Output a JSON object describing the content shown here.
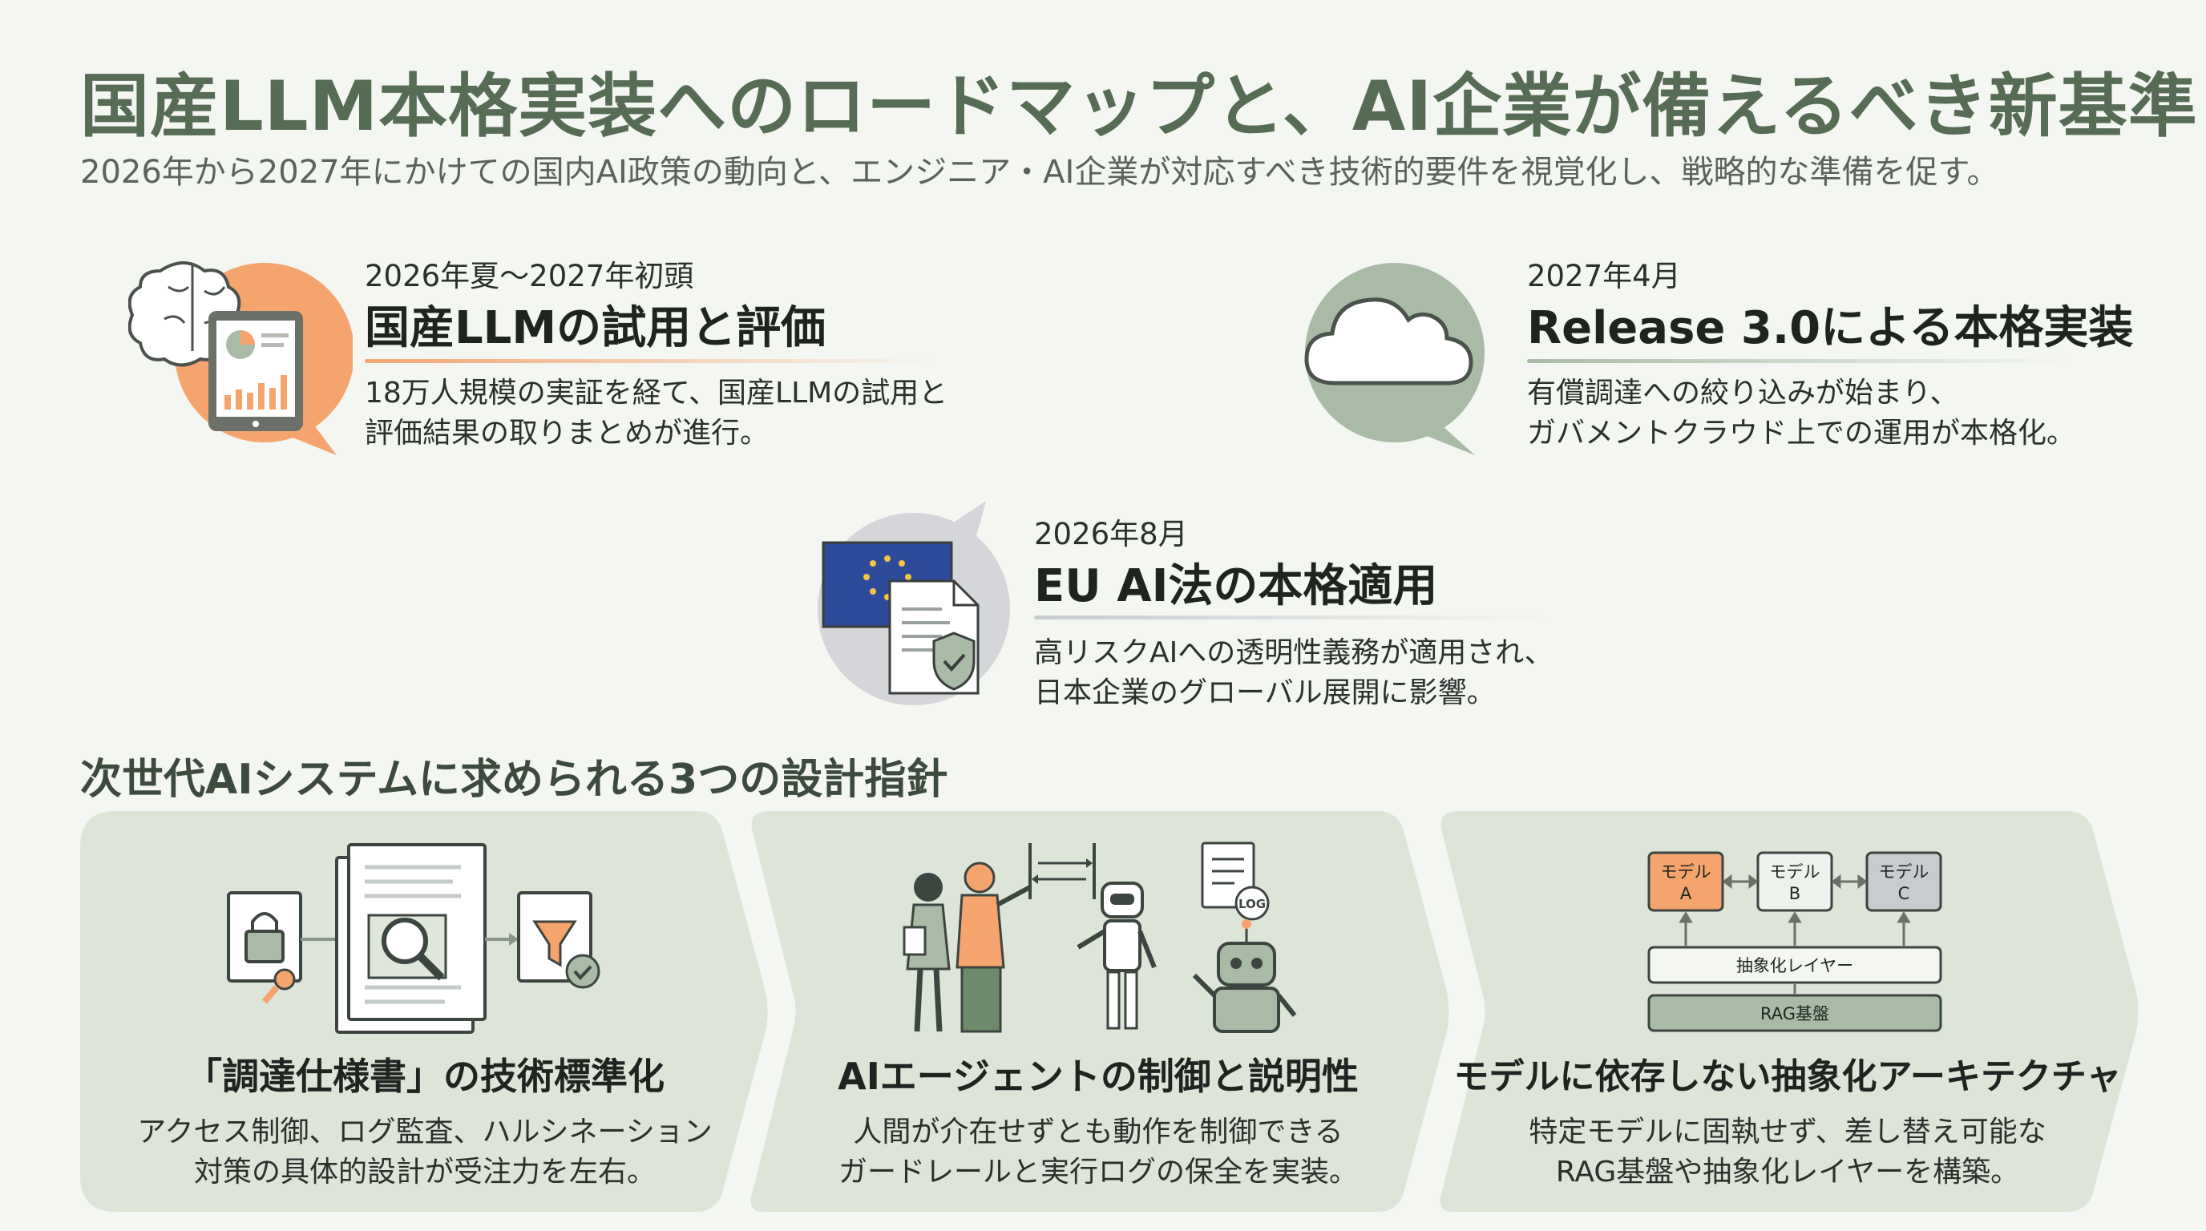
{
  "header": {
    "title": "国産LLM本格実装へのロードマップと、AI企業が備えるべき新基準",
    "subtitle": "2026年から2027年にかけての国内AI政策の動向と、エンジニア・AI企業が対応すべき技術的要件を視覚化し、戦略的な準備を促す。"
  },
  "timeline": [
    {
      "date": "2026年夏〜2027年初頭",
      "title": "国産LLMの試用と評価",
      "desc": [
        "18万人規模の実証を経て、国産LLMの試用と",
        "評価結果の取りまとめが進行。"
      ],
      "icon": "brain-tablet-icon",
      "accent": "#f5a46e"
    },
    {
      "date": "2027年4月",
      "title": "Release 3.0による本格実装",
      "desc": [
        "有償調達への絞り込みが始まり、",
        "ガバメントクラウド上での運用が本格化。"
      ],
      "icon": "cloud-icon",
      "accent": "#a9bba6"
    },
    {
      "date": "2026年8月",
      "title": "EU AI法の本格適用",
      "desc": [
        "高リスクAIへの透明性義務が適用され、",
        "日本企業のグローバル展開に影響。"
      ],
      "icon": "eu-flag-document-icon",
      "accent": "#d4d6da"
    }
  ],
  "section": {
    "title": "次世代AIシステムに求められる3つの設計指針"
  },
  "cards": [
    {
      "title": "「調達仕様書」の技術標準化",
      "desc": [
        "アクセス制御、ログ監査、ハルシネーション",
        "対策の具体的設計が受注力を左右。"
      ],
      "icon": "document-lock-search-icon"
    },
    {
      "title": "AIエージェントの制御と説明性",
      "desc": [
        "人間が介在せずとも動作を制御できる",
        "ガードレールと実行ログの保全を実装。"
      ],
      "icon": "people-robots-log-icon"
    },
    {
      "title": "モデルに依存しない抽象化アーキテクチャ",
      "desc": [
        "特定モデルに固執せず、差し替え可能な",
        "RAG基盤や抽象化レイヤーを構築。"
      ],
      "icon": "architecture-diagram-icon",
      "diagram": {
        "models": [
          "モデル\nA",
          "モデル\nB",
          "モデル\nC"
        ],
        "model_lines": [
          [
            "モデル",
            "A"
          ],
          [
            "モデル",
            "B"
          ],
          [
            "モデル",
            "C"
          ]
        ],
        "layer": "抽象化レイヤー",
        "base": "RAG基盤"
      }
    }
  ],
  "colors": {
    "title_green": "#566c55",
    "card_bg": "#dde5d9",
    "orange": "#f5a46e",
    "sage": "#a9bba6"
  }
}
